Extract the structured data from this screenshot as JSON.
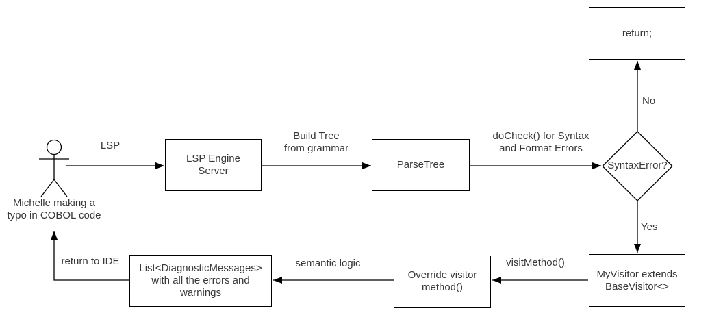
{
  "diagram": {
    "actor": {
      "label": "Michelle making a\ntypo in COBOL code"
    },
    "nodes": {
      "return_stmt": "return;",
      "lsp_engine": "LSP Engine Server",
      "parse_tree": "ParseTree",
      "syntax_error": "SyntaxError?",
      "my_visitor": "MyVisitor extends BaseVisitor<>",
      "override_visitor": "Override visitor method()",
      "diagnostics": "List<DiagnosticMessages> with all the errors and warnings"
    },
    "edge_labels": {
      "lsp": "LSP",
      "build_tree": "Build Tree\nfrom grammar",
      "do_check": "doCheck() for Syntax\nand Format Errors",
      "no": "No",
      "yes": "Yes",
      "visit_method": "visitMethod()",
      "semantic_logic": "semantic logic",
      "return_to_ide": "return to IDE"
    },
    "colors": {
      "stroke": "#000000",
      "node_fill": "#ffffff",
      "text": "#383838"
    }
  }
}
